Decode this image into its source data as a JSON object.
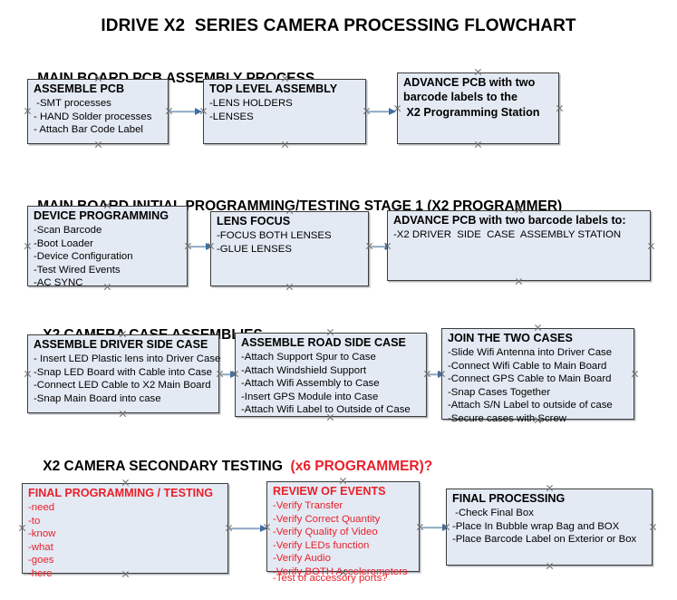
{
  "title": "IDRIVE X2  SERIES CAMERA PROCESSING FLOWCHART",
  "colors": {
    "box_fill": "#e4eaf4",
    "box_border": "#3b3b3b",
    "arrow_shaft": "#8ea9c4",
    "arrow_head": "#3e6fa8",
    "accent_red": "#e8202a",
    "text": "#000000"
  },
  "sections": [
    {
      "id": "main-board-pcb-assembly",
      "heading": "MAIN BOARD PCB ASSEMBLY PROCESS",
      "heading_accent": "",
      "boxes": [
        {
          "id": "assemble-pcb",
          "title": "ASSEMBLE PCB",
          "lines": [
            " -SMT processes",
            "- HAND Solder processes",
            "- Attach Bar Code Label"
          ]
        },
        {
          "id": "top-level-assembly",
          "title": "TOP LEVEL ASSEMBLY",
          "lines": [
            "-LENS HOLDERS",
            "-LENSES"
          ]
        },
        {
          "id": "advance-pcb-to-x2-programming-station",
          "title": "ADVANCE PCB with two",
          "lines": [
            "barcode labels to the",
            " X2 Programming Station"
          ],
          "bold_lines": true
        }
      ]
    },
    {
      "id": "main-board-initial-programming",
      "heading": "MAIN BOARD INITIAL PROGRAMMING/TESTING STAGE 1 (X2 PROGRAMMER)",
      "heading_accent": "",
      "boxes": [
        {
          "id": "device-programming",
          "title": "DEVICE PROGRAMMING",
          "lines": [
            "-Scan Barcode",
            "-Boot Loader",
            "-Device Configuration",
            "-Test Wired Events",
            "-AC SYNC"
          ]
        },
        {
          "id": "lens-focus",
          "title": "LENS FOCUS",
          "lines": [
            "-FOCUS BOTH LENSES",
            "-GLUE LENSES"
          ]
        },
        {
          "id": "advance-pcb-to-driver-side-case-station",
          "title": "ADVANCE PCB with two barcode labels to:",
          "lines": [
            "-X2 DRIVER  SIDE  CASE  ASSEMBLY STATION"
          ]
        }
      ]
    },
    {
      "id": "x2-camera-case-assemblies",
      "heading": "X2 CAMERA CASE ASSEMBLIES",
      "heading_accent": "",
      "boxes": [
        {
          "id": "assemble-driver-side-case",
          "title": "ASSEMBLE DRIVER SIDE CASE",
          "lines": [
            "- Insert LED Plastic lens into Driver Case",
            "-Snap LED Board with Cable into Case",
            "-Connect LED Cable to X2 Main Board",
            "-Snap Main Board into case"
          ]
        },
        {
          "id": "assemble-road-side-case",
          "title": "ASSEMBLE ROAD SIDE CASE",
          "lines": [
            "-Attach Support Spur to Case",
            "-Attach Windshield Support",
            "-Attach Wifi Assembly to Case",
            "-Insert GPS Module into Case",
            "-Attach Wifi Label to Outside of Case"
          ]
        },
        {
          "id": "join-the-two-cases",
          "title": "JOIN THE TWO CASES",
          "lines": [
            "-Slide Wifi Antenna into Driver Case",
            "-Connect Wifi Cable to Main Board",
            "-Connect GPS Cable to Main Board",
            "-Snap Cases Together",
            "-Attach S/N Label to outside of case",
            "-Secure cases with Screw"
          ]
        }
      ]
    },
    {
      "id": "x2-camera-secondary-testing",
      "heading": "X2 CAMERA SECONDARY TESTING  ",
      "heading_accent": "(x6 PROGRAMMER)?",
      "boxes": [
        {
          "id": "final-programming-testing",
          "title": "FINAL PROGRAMMING / TESTING",
          "red": true,
          "lines": [
            "-need",
            "-to",
            "-know",
            "-what",
            "-goes",
            "-here"
          ]
        },
        {
          "id": "review-of-events",
          "title": "REVIEW OF EVENTS",
          "red": true,
          "lines": [
            "-Verify Transfer",
            "-Verify Correct Quantity",
            "-Verify Quality of Video",
            "-Verify LEDs function",
            "-Verify Audio",
            "-Verify BOTH Accelerometers"
          ],
          "overflow_line": "-Test of accessory ports?"
        },
        {
          "id": "final-processing",
          "title": "FINAL PROCESSING",
          "lines": [
            " -Check Final Box",
            "-Place In Bubble wrap Bag and BOX",
            "-Place Barcode Label on Exterior or Box"
          ]
        }
      ]
    }
  ]
}
